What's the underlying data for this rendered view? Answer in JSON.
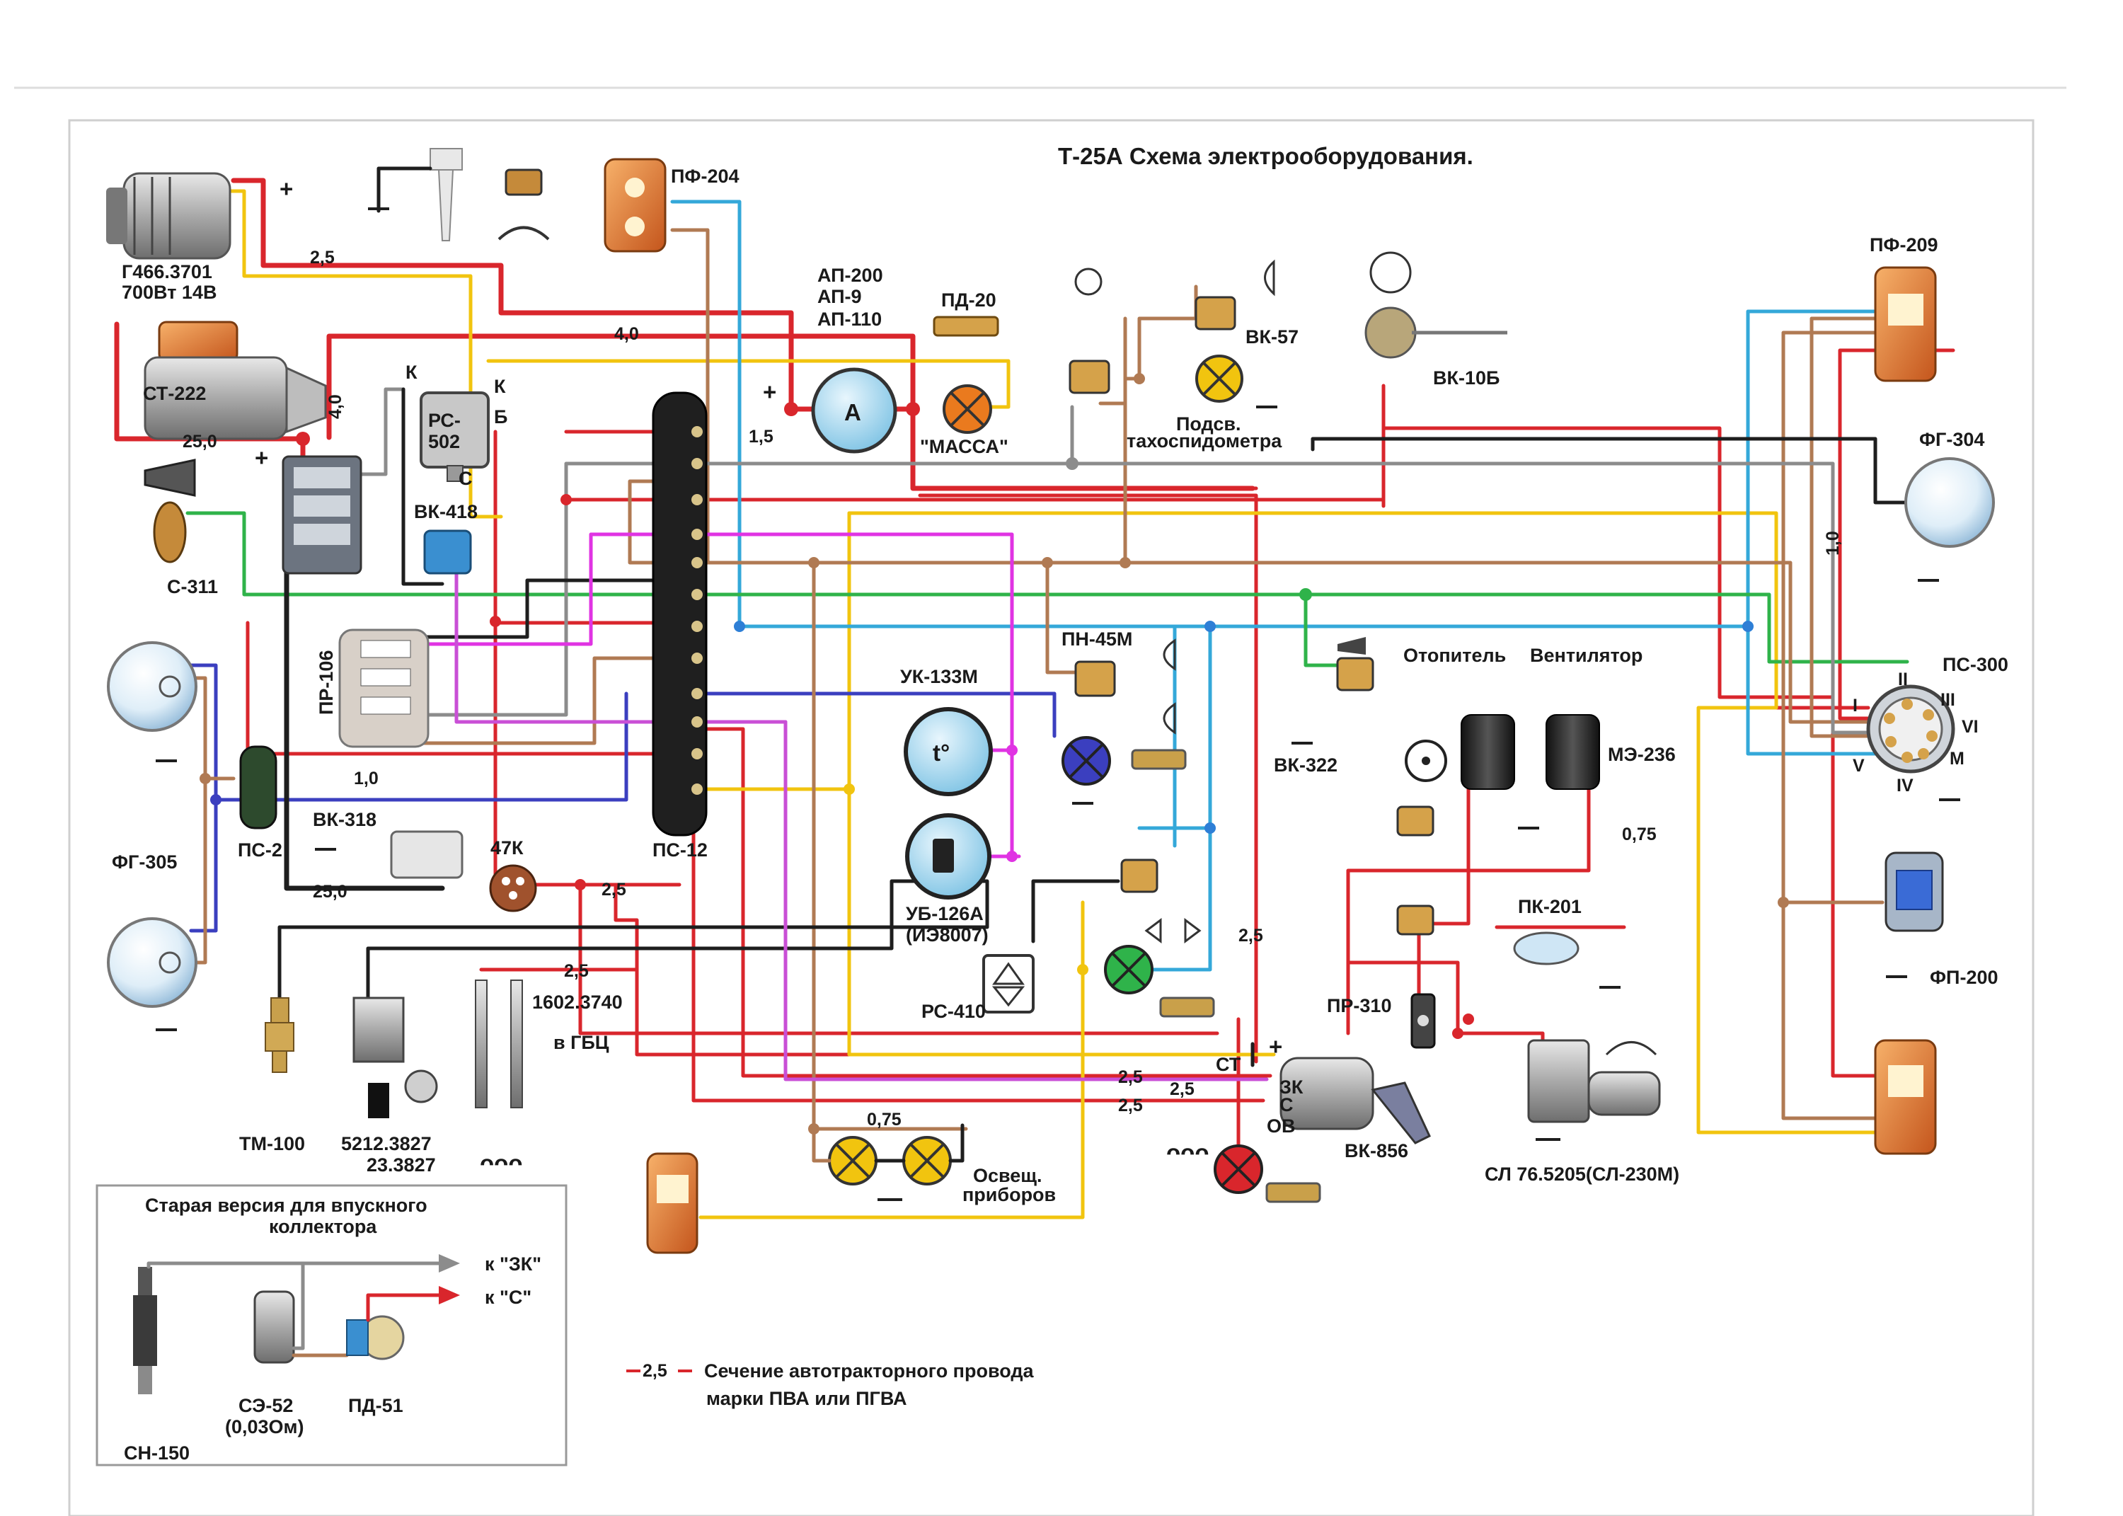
{
  "title": "Т-25А  Схема электрооборудования.",
  "components": {
    "generator": "Г466.3701",
    "generator_spec": "700Вт 14В",
    "starter": "СТ-222",
    "regulator_l1": "РС-",
    "regulator_l2": "502",
    "reg_k1": "К",
    "reg_k2": "К",
    "reg_b": "Б",
    "reg_c": "С",
    "vk418": "ВК-418",
    "c311": "С-311",
    "pr106": "ПР-106",
    "fg305": "ФГ-305",
    "ps2": "ПС-2",
    "vk318": "ВК-318",
    "k47": "47К",
    "tm100": "ТМ-100",
    "sender_1": "5212.3827",
    "sender_2": "23.3827",
    "glow_plug": "1602.3740",
    "glow_plug_loc": "в ГБЦ",
    "pf204": "ПФ-204",
    "ap_1": "АП-200",
    "ap_2": "АП-9",
    "ap_3": "АП-110",
    "pd20": "ПД-20",
    "ammeter": "A",
    "massa": "\"МАССА\"",
    "ps12": "ПС-12",
    "uk133m": "УК-133М",
    "temp_gauge": "t°",
    "ub126a_1": "УБ-126А",
    "ub126a_2": "(ИЭ8007)",
    "rs410": "РС-410",
    "pn45m": "ПН-45М",
    "vk57": "ВК-57",
    "tacho_1": "Подсв.",
    "tacho_2": "тахоспидометра",
    "vk10b": "ВК-10Б",
    "vk322": "ВК-322",
    "heater": "Отопитель",
    "fan": "Вентилятор",
    "me236": "МЭ-236",
    "pk201": "ПК-201",
    "pr310": "ПР-310",
    "vk856": "ВК-856",
    "vk856_st": "СТ",
    "vk856_zk": "ЗК",
    "vk856_c": "С",
    "vk856_ov": "ОВ",
    "sl": "СЛ 76.5205(СЛ-230М)",
    "pf209": "ПФ-209",
    "fg304": "ФГ-304",
    "ps300": "ПС-300",
    "fp200": "ФП-200",
    "instr_light_1": "Освещ.",
    "instr_light_2": "приборов"
  },
  "ps300_pins": [
    "II",
    "III",
    "I",
    "VI",
    "V",
    "M",
    "IV"
  ],
  "wire_sections": {
    "gen_out": "2,5",
    "main_red": "4,0",
    "starter_vert": "4,0",
    "battery": "25,0",
    "ammeter_in": "1,5",
    "ps2_line": "1,0",
    "ground_25": "25,0",
    "k47_out": "2,5",
    "glow": "2,5",
    "vk856_1": "2,5",
    "vk856_2": "2,5",
    "vk856_3": "2,5",
    "vertical_25": "2,5",
    "instr_075": "0,75",
    "fan_075": "0,75",
    "right_vert": "1,0"
  },
  "inset": {
    "title_1": "Старая версия для впускного",
    "title_2": "коллектора",
    "to_zk": "к \"ЗК\"",
    "to_c": "к \"С\"",
    "sn150": "СН-150",
    "se52_1": "СЭ-52",
    "se52_2": "(0,03Ом)",
    "pd51": "ПД-51"
  },
  "legend": {
    "sample": "2,5",
    "text_1": "Сечение автотракторного провода",
    "text_2": "марки ПВА или ПГВА"
  },
  "colors": {
    "red": "#d9262c",
    "yellow": "#f1c40f",
    "blue": "#2e7fd6",
    "brown": "#b07a53",
    "green": "#2fb34a",
    "gray": "#8c8c8c",
    "black": "#1e1e1e",
    "purple": "#c94fd6",
    "magenta": "#e033e3",
    "navy": "#3b3fbf",
    "amber": "#ea7a1e"
  }
}
